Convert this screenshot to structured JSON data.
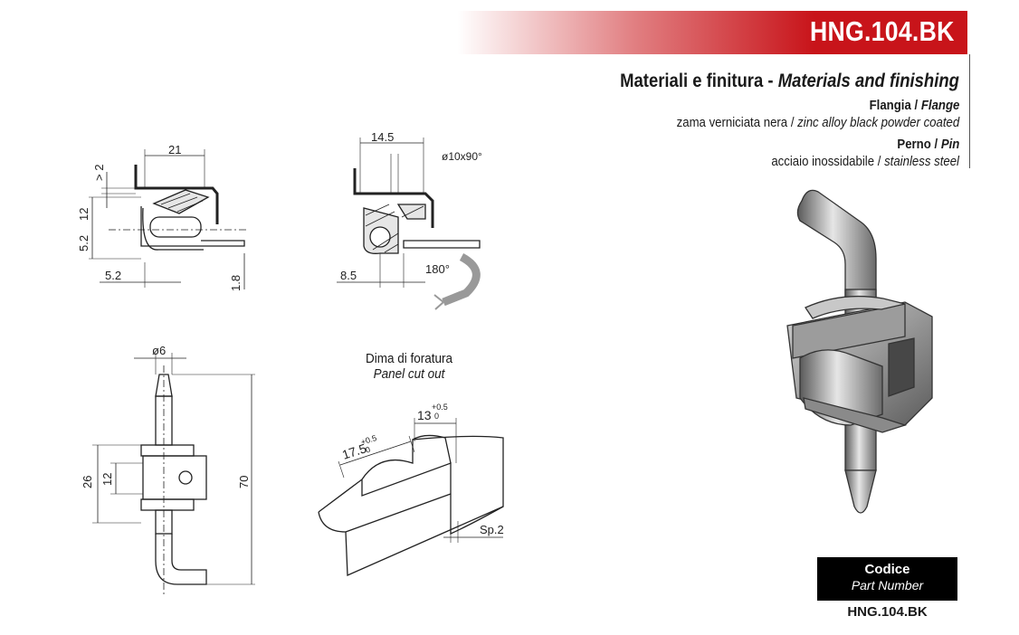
{
  "header": {
    "code": "HNG.104.BK"
  },
  "materials": {
    "title_it": "Materiali e finitura",
    "separator": " - ",
    "title_en": "Materials and finishing",
    "flange": {
      "label_it": "Flangia",
      "label_en": "Flange",
      "value_it": "zama verniciata nera",
      "value_en": "zinc alloy black powder coated"
    },
    "pin": {
      "label_it": "Perno",
      "label_en": "Pin",
      "value_it": "acciaio inossidabile",
      "value_en": "stainless steel"
    },
    "slash": " / "
  },
  "drawing_side": {
    "dims": {
      "width": "21",
      "gap": "> 2",
      "height": "12",
      "pin_h": "5.2",
      "offset": "5.2",
      "thick": "1.8"
    }
  },
  "drawing_section": {
    "dims": {
      "width": "14.5",
      "hole": "ø10x90°",
      "offset": "8.5",
      "angle": "180°"
    }
  },
  "drawing_front": {
    "dims": {
      "pin_dia": "ø6",
      "body": "26",
      "core": "12",
      "total": "70"
    }
  },
  "cutout": {
    "label_it": "Dima di foratura",
    "label_en": "Panel cut out",
    "dim_a": "17.5",
    "tol_a_plus": "+0.5",
    "tol_a_minus": "0",
    "dim_b": "13",
    "tol_b_plus": "+0.5",
    "tol_b_minus": "0",
    "thickness": "Sp.2"
  },
  "part_number": {
    "label_it": "Codice",
    "label_en": "Part Number",
    "value": "HNG.104.BK"
  }
}
